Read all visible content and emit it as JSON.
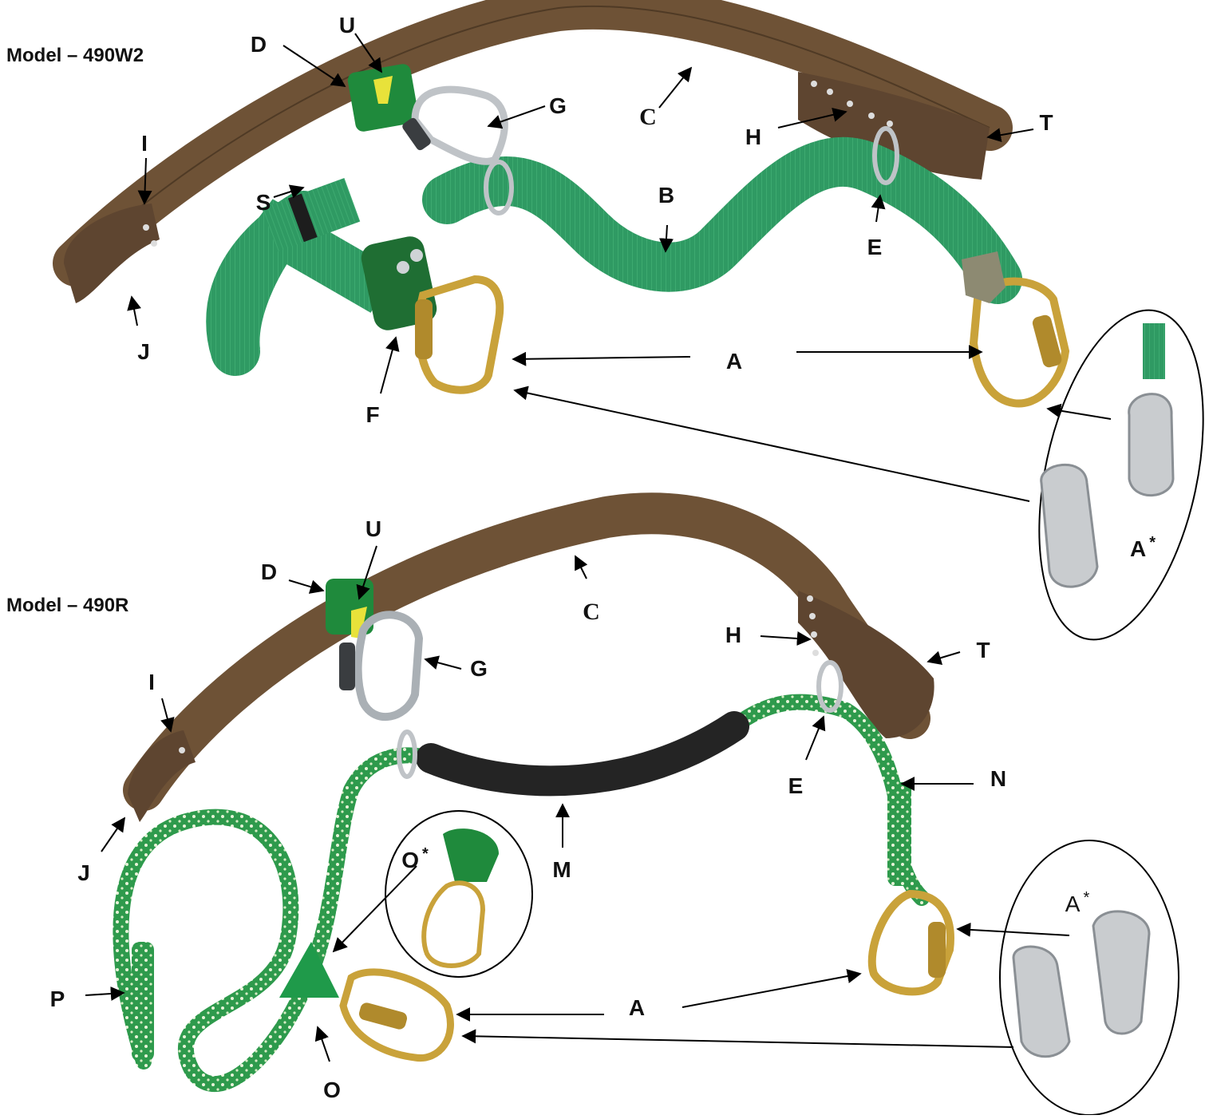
{
  "models": {
    "top": "Model – 490W2",
    "bottom": "Model – 490R"
  },
  "labels": {
    "top": {
      "U": "U",
      "D": "D",
      "G": "G",
      "C": "C",
      "H": "H",
      "T": "T",
      "I": "I",
      "S": "S",
      "B": "B",
      "E": "E",
      "J": "J",
      "A": "A",
      "F": "F",
      "A_alt": "A",
      "A_alt_mark": "*"
    },
    "bottom": {
      "U": "U",
      "D": "D",
      "C": "C",
      "H": "H",
      "T": "T",
      "G": "G",
      "I": "I",
      "E": "E",
      "N": "N",
      "J": "J",
      "O_alt": "O",
      "O_alt_mark": "*",
      "M": "M",
      "A_alt": "A",
      "A_alt_mark": "*",
      "P": "P",
      "A": "A",
      "O": "O"
    }
  },
  "colors": {
    "leather": "#6e5236",
    "leather_dark": "#4f3a25",
    "webbing": "#2f9a63",
    "webbing_light": "#4cb27b",
    "rope": "#2e9a4c",
    "rope_fleck": "#e7f3d8",
    "gold": "#c9a23a",
    "gold_dark": "#8f6d1a",
    "steel": "#bfc3c7",
    "steel_dark": "#7a7f85",
    "device_green": "#1f8a3c",
    "sleeve": "#242424"
  }
}
